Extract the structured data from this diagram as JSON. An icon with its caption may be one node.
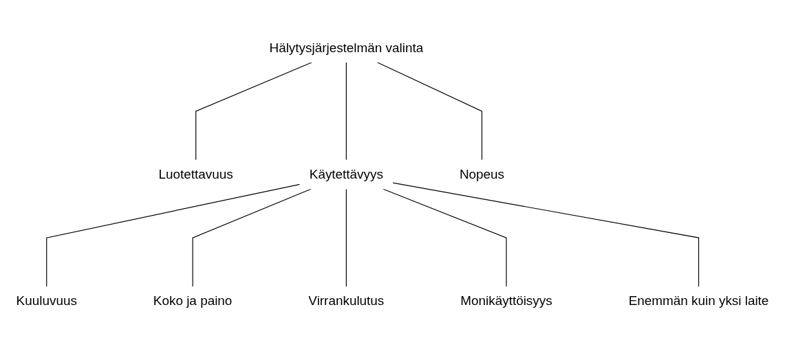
{
  "diagram": {
    "nodes": [
      {
        "text": [
          "Hälytysjärjestelmän valinta"
        ]
      },
      {
        "text": [
          "Luotettavuus"
        ]
      },
      {
        "text": [
          "Käytettävyys"
        ]
      },
      {
        "text": [
          "Nopeus"
        ]
      },
      {
        "text": [
          "Kuuluvuus"
        ]
      },
      {
        "text": [
          "Koko ja paino"
        ]
      },
      {
        "text": [
          "Virrankulutus"
        ]
      },
      {
        "text": [
          "Monikäyttöisyys"
        ]
      },
      {
        "text": [
          "Enemmän kuin yksi laite"
        ]
      }
    ],
    "edges": [
      {
        "from": 0,
        "to": 1,
        "arrow": "none"
      },
      {
        "from": 0,
        "to": 2,
        "arrow": "none"
      },
      {
        "from": 0,
        "to": 3,
        "arrow": "none"
      },
      {
        "from": 2,
        "to": 4,
        "arrow": "none"
      },
      {
        "from": 2,
        "to": 5,
        "arrow": "none"
      },
      {
        "from": 2,
        "to": 6,
        "arrow": "none"
      },
      {
        "from": 2,
        "to": 7,
        "arrow": "none"
      },
      {
        "from": 2,
        "to": 8,
        "arrow": "none"
      }
    ]
  }
}
